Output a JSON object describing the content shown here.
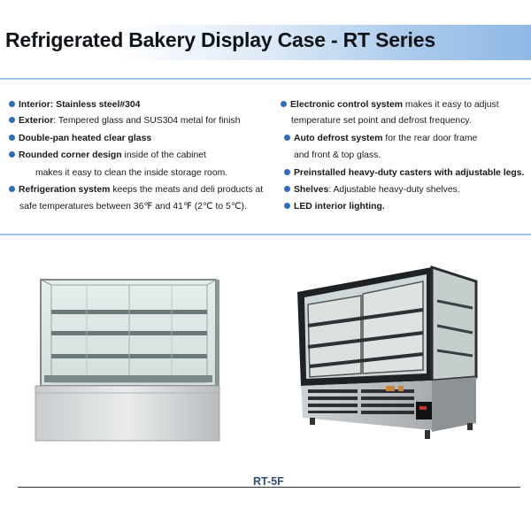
{
  "title": "Refrigerated Bakery Display Case - RT Series",
  "features_left": [
    {
      "bold": "Interior: Stainless steel#304",
      "text": ""
    },
    {
      "bold": "Exterior",
      "text": ":  Tempered glass and SUS304 metal for finish"
    },
    {
      "bold": "Double-pan heated clear glass",
      "text": ""
    },
    {
      "bold": "Rounded corner design",
      "text": " inside of the cabinet"
    },
    {
      "bold": "",
      "text": "makes it easy to clean the inside storage room."
    },
    {
      "bold": "Refrigeration system",
      "text": " keeps the meats and deli products at"
    },
    {
      "bold": "",
      "text": "safe temperatures between 36℉ and 41℉ (2℃ to 5℃)."
    }
  ],
  "features_right": [
    {
      "bold": "Electronic control system",
      "text": " makes it easy to adjust"
    },
    {
      "bold": "",
      "text": "temperature set point and defrost frequency."
    },
    {
      "bold": "Auto defrost system",
      "text": " for the rear door frame"
    },
    {
      "bold": "",
      "text": "and front & top glass."
    },
    {
      "bold": "Preinstalled heavy-duty casters with adjustable legs.",
      "text": ""
    },
    {
      "bold": "Shelves",
      "text": ": Adjustable heavy-duty shelves."
    },
    {
      "bold": "LED interior lighting.",
      "text": ""
    }
  ],
  "model_caption": "RT-5F",
  "colors": {
    "bullet": "#2f6fb7",
    "rule": "#9ec4e8",
    "caption": "#2e4f7a"
  }
}
